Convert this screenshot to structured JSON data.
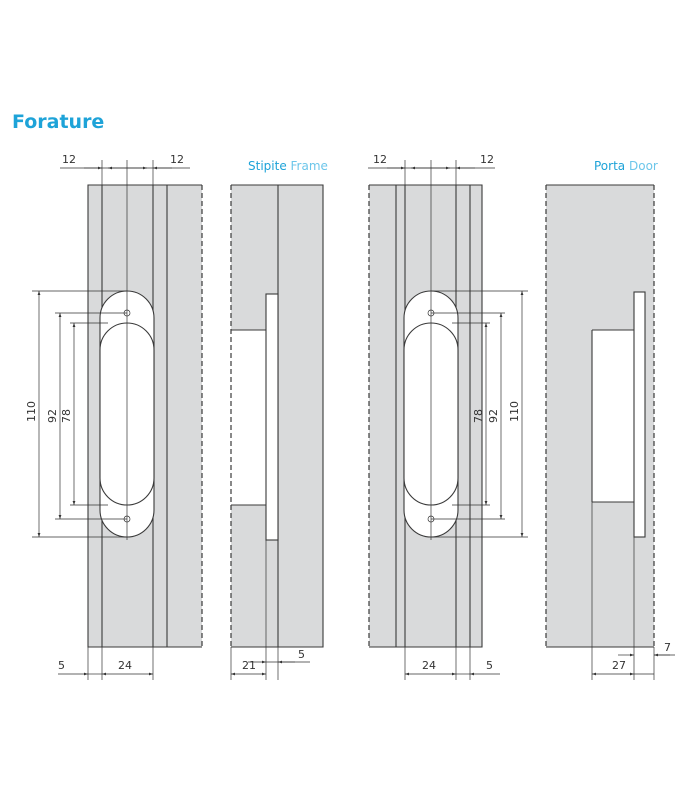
{
  "title": "Forature",
  "colors": {
    "accent": "#1ea3d8",
    "label_light": "#6cc6ea",
    "plate": "#d9dadb",
    "line": "#3a3a3a"
  },
  "labels": {
    "frame_it": "Stipite",
    "frame_en": "Frame",
    "door_it": "Porta",
    "door_en": "Door"
  },
  "views": {
    "left": {
      "top_left": "12",
      "top_right": "12",
      "v110": "110",
      "v92": "92",
      "v78": "78",
      "bottom_left": "5",
      "bottom_mid": "24"
    },
    "frame": {
      "bottom_left": "21",
      "bottom_right": "5"
    },
    "right": {
      "top_left": "12",
      "top_right": "12",
      "v78": "78",
      "v92": "92",
      "v110": "110",
      "bottom_mid": "24",
      "bottom_right": "5"
    },
    "door": {
      "bottom_left": "27",
      "bottom_right": "7"
    }
  }
}
